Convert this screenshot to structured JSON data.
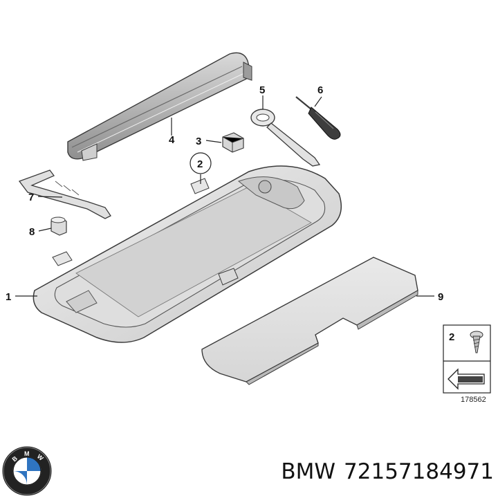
{
  "callouts": {
    "c1": "1",
    "c2": "2",
    "c3": "3",
    "c4": "4",
    "c5": "5",
    "c6": "6",
    "c7": "7",
    "c8": "8",
    "c9": "9"
  },
  "legend": {
    "number": "2"
  },
  "diagram_number": "178562",
  "caption": {
    "brand": "BMW",
    "part_number": "72157184971"
  },
  "logo": {
    "letters": "BMW",
    "icon": "bmw-roundel"
  },
  "colors": {
    "part_fill": "#e4e4e4",
    "part_dark": "#a9a9a9",
    "outline": "#3a3a3a"
  }
}
